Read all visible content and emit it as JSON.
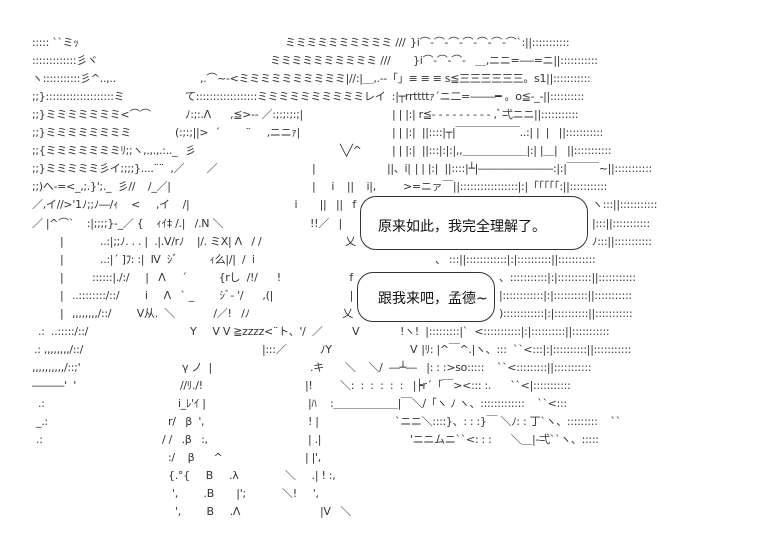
{
  "art": [
    [
      "::::: ``ミｯ",
      "ミミミミミミミミミミ ///",
      "}i⌒‐⌒‐⌒‐⌒‐⌒‐⌒‐⌒`:||:::::::::::"
    ],
    [
      ":::::::::::::彡ヾ",
      "ミミミミミミミミミミ ///",
      "}i⌒‐⌒‐⌒‐   ＿,ニニ=‐―=ニ||:::::::::::"
    ],
    [
      "ヽ:::::::::::彡^..,..",
      ",.⌒~‐<ミミミミミミミミミミ|//:|＿,.-‐「」≡ ≡ ≡ s≦三三三三三三。s1||:::::::::::"
    ],
    [
      ";;}::::::::::::::::::::ミ",
      "て::::::::::::::::::ミミミミミミミミミミレイ  :|┬rrttttｧ´ニ二=‐――━ 。o≦-_-||::::::::::"
    ],
    [
      ";;}ミミミミミミミ<⌒⌒",
      "ﾉ:;:.Λ      ,≦>‐‐ ／:;:;:;:;|",
      "| | |:| r≦- - - - - - - - - ,ﾞ弌ニニ||:::::::::::"
    ],
    [
      ";;}ミミミミミミミミ",
      "(:;:;||>  ´        ¨     ,ニニｧ|",
      "| | |:|  ||::::|┬|￣￣￣￣￣￣..:| |  |   ||:::::::::::"
    ],
    [
      ";;{ミミミミミミミﾘ;;ヽ,.,.,.:.._",
      "彡",
      "╲╱^",
      "| | |:|  ||:::|:|:|,,＿＿＿＿＿＿|:| |＿|   ||:::::::::::"
    ],
    [
      ";;}ミミミミミ彡イ;;;;}....¨¨  ,／       ／",
      "|",
      "||、i|",
      "| | |:|  ||::::|┴|―――――――:|:|￣￣￣~||:::::::::::"
    ],
    [
      ";;)へ‐=<_,;.}';._  彡//    /_／|",
      "|     i    ||    i|,",
      ">=ニァ￣||:::::::::::::::::|:|「「「「「:||:::::::::::"
    ],
    [
      "／,イ//>'1ﾉ;;ﾉ―/ｨ    <     ,イ    /|",
      "i       ||   ||   f",
      "ヽ:::||:::::::::::"
    ],
    [
      "／ |^⌒`    :|;;;;}‐_／ {    ｨｲ‡ /.|   /.N ＼",
      "!!／   |",
      "|:::||:::::::::::"
    ],
    [
      "|",
      "..:|;;ﾉ. . . |  .|.V/rﾉ    |/. ミX| Λ   / /",
      "乂",
      "ﾉ:::||:::::::::::"
    ],
    [
      "|",
      "..:|´ ]ﾌ: :|  Ⅳ  ｼﾞ          ｨ么|/|  /  i",
      "、 :::||::::::::::::|:|::::::::::||:::::::::::"
    ],
    [
      "|",
      "::::::|./:/     |   Λ     ´          {rし  /!/      !",
      "f",
      "、:::::::::::|:|::::::::::||:::::::::::"
    ],
    [
      "|",
      "..::::::::/::/        i     Λ   ` _        ｼﾞ‐ '/      ,(|",
      "|",
      "|::::::::::::|:|::::::::::||:::::::::::"
    ],
    [
      "|",
      ",,,,,,,,/::/        V从.  ＼            /／!   /ﾉ",
      "乂",
      ")::::::::::::|:|::::::::::||:::::::::::"
    ],
    [
      ".:  ..:::::/::/",
      "Y     V V ≧zzzz<¨ト、'/  ／",
      "V",
      "!ヽ!  |:::::::::|`  <:::::::::::|:|::::::::::||:::::::::::"
    ],
    [
      ".: ,,,,,,,,/::/",
      "|:::／",
      "ﾉY",
      "V",
      "|ﾘ: |^￣^.|ヽ、:::  ``<:::|:|::::::::::||:::::::::::"
    ],
    [
      ",,,,,,,,,,/::;'",
      "γ ノ  |",
      ".キ",
      "＼    ＼/  ―┴―   |: : :>so:::::    ``<:::::::::||:::::::::::"
    ],
    [
      "―――'  '",
      "//ﾘ./!",
      "|!",
      "＼:  :  :  :  :  :   |┝r´「￣><::: :.      ``<|:::::::::::"
    ],
    [
      ".:",
      "i_ﾚ'ｲ |",
      "|ﾊ",
      ":＿＿＿＿＿＿|￣＼/「ヽ ﾉ ヽ、:::::::::::::    ``<:::"
    ],
    [
      "_.:",
      "r/   β  ',",
      "! |",
      "`ニニ＼::::}、: : :}￣ ＼ﾉ: : 丁`ヽ、:::::::::    ``"
    ],
    [
      ".:",
      "/ /   .β   :,",
      "| .|",
      "'ニニムニ``<: : :      ＼＿|‐弌``ヽ、:::::"
    ],
    [
      ":/    β      ^",
      "| |',"
    ],
    [
      "{.°{     B     .λ",
      "＼     .| ! :,"
    ],
    [
      "',        .B       |';",
      "＼!     ',"
    ],
    [
      "',        B     .Λ",
      "|V   ＼"
    ]
  ],
  "bubbles": [
    {
      "text": "原来如此，我完全理解了。"
    },
    {
      "text": "跟我来吧，孟德~"
    }
  ]
}
